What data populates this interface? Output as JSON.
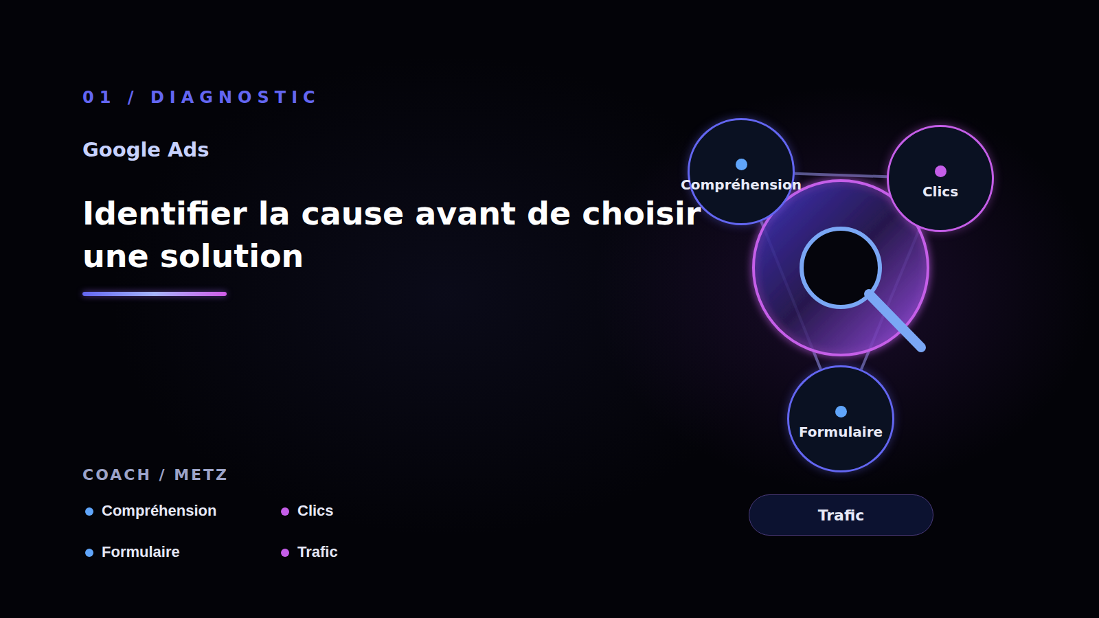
{
  "diagram": {
    "title": "Identifier la cause avant de choisir une solution",
    "nodes": [
      {
        "text": [
          "Compréhension"
        ]
      },
      {
        "text": [
          "Clics"
        ]
      },
      {
        "text": [
          "Formulaire"
        ]
      },
      {
        "text": [
          "Trafic"
        ]
      }
    ],
    "edges": [
      {
        "from": 0,
        "to": 1,
        "arrow": "none"
      },
      {
        "from": 0,
        "to": 2,
        "arrow": "none"
      },
      {
        "from": 1,
        "to": 2,
        "arrow": "none"
      }
    ],
    "labels": [
      "01 / DIAGNOSTIC",
      "Google Ads",
      "COACH / METZ"
    ],
    "legend": [
      {
        "text": "Compréhension",
        "color": "#60a5fa"
      },
      {
        "text": "Clics",
        "color": "#c55ee8"
      },
      {
        "text": "Formulaire",
        "color": "#60a5fa"
      },
      {
        "text": "Trafic",
        "color": "#c55ee8"
      }
    ]
  }
}
